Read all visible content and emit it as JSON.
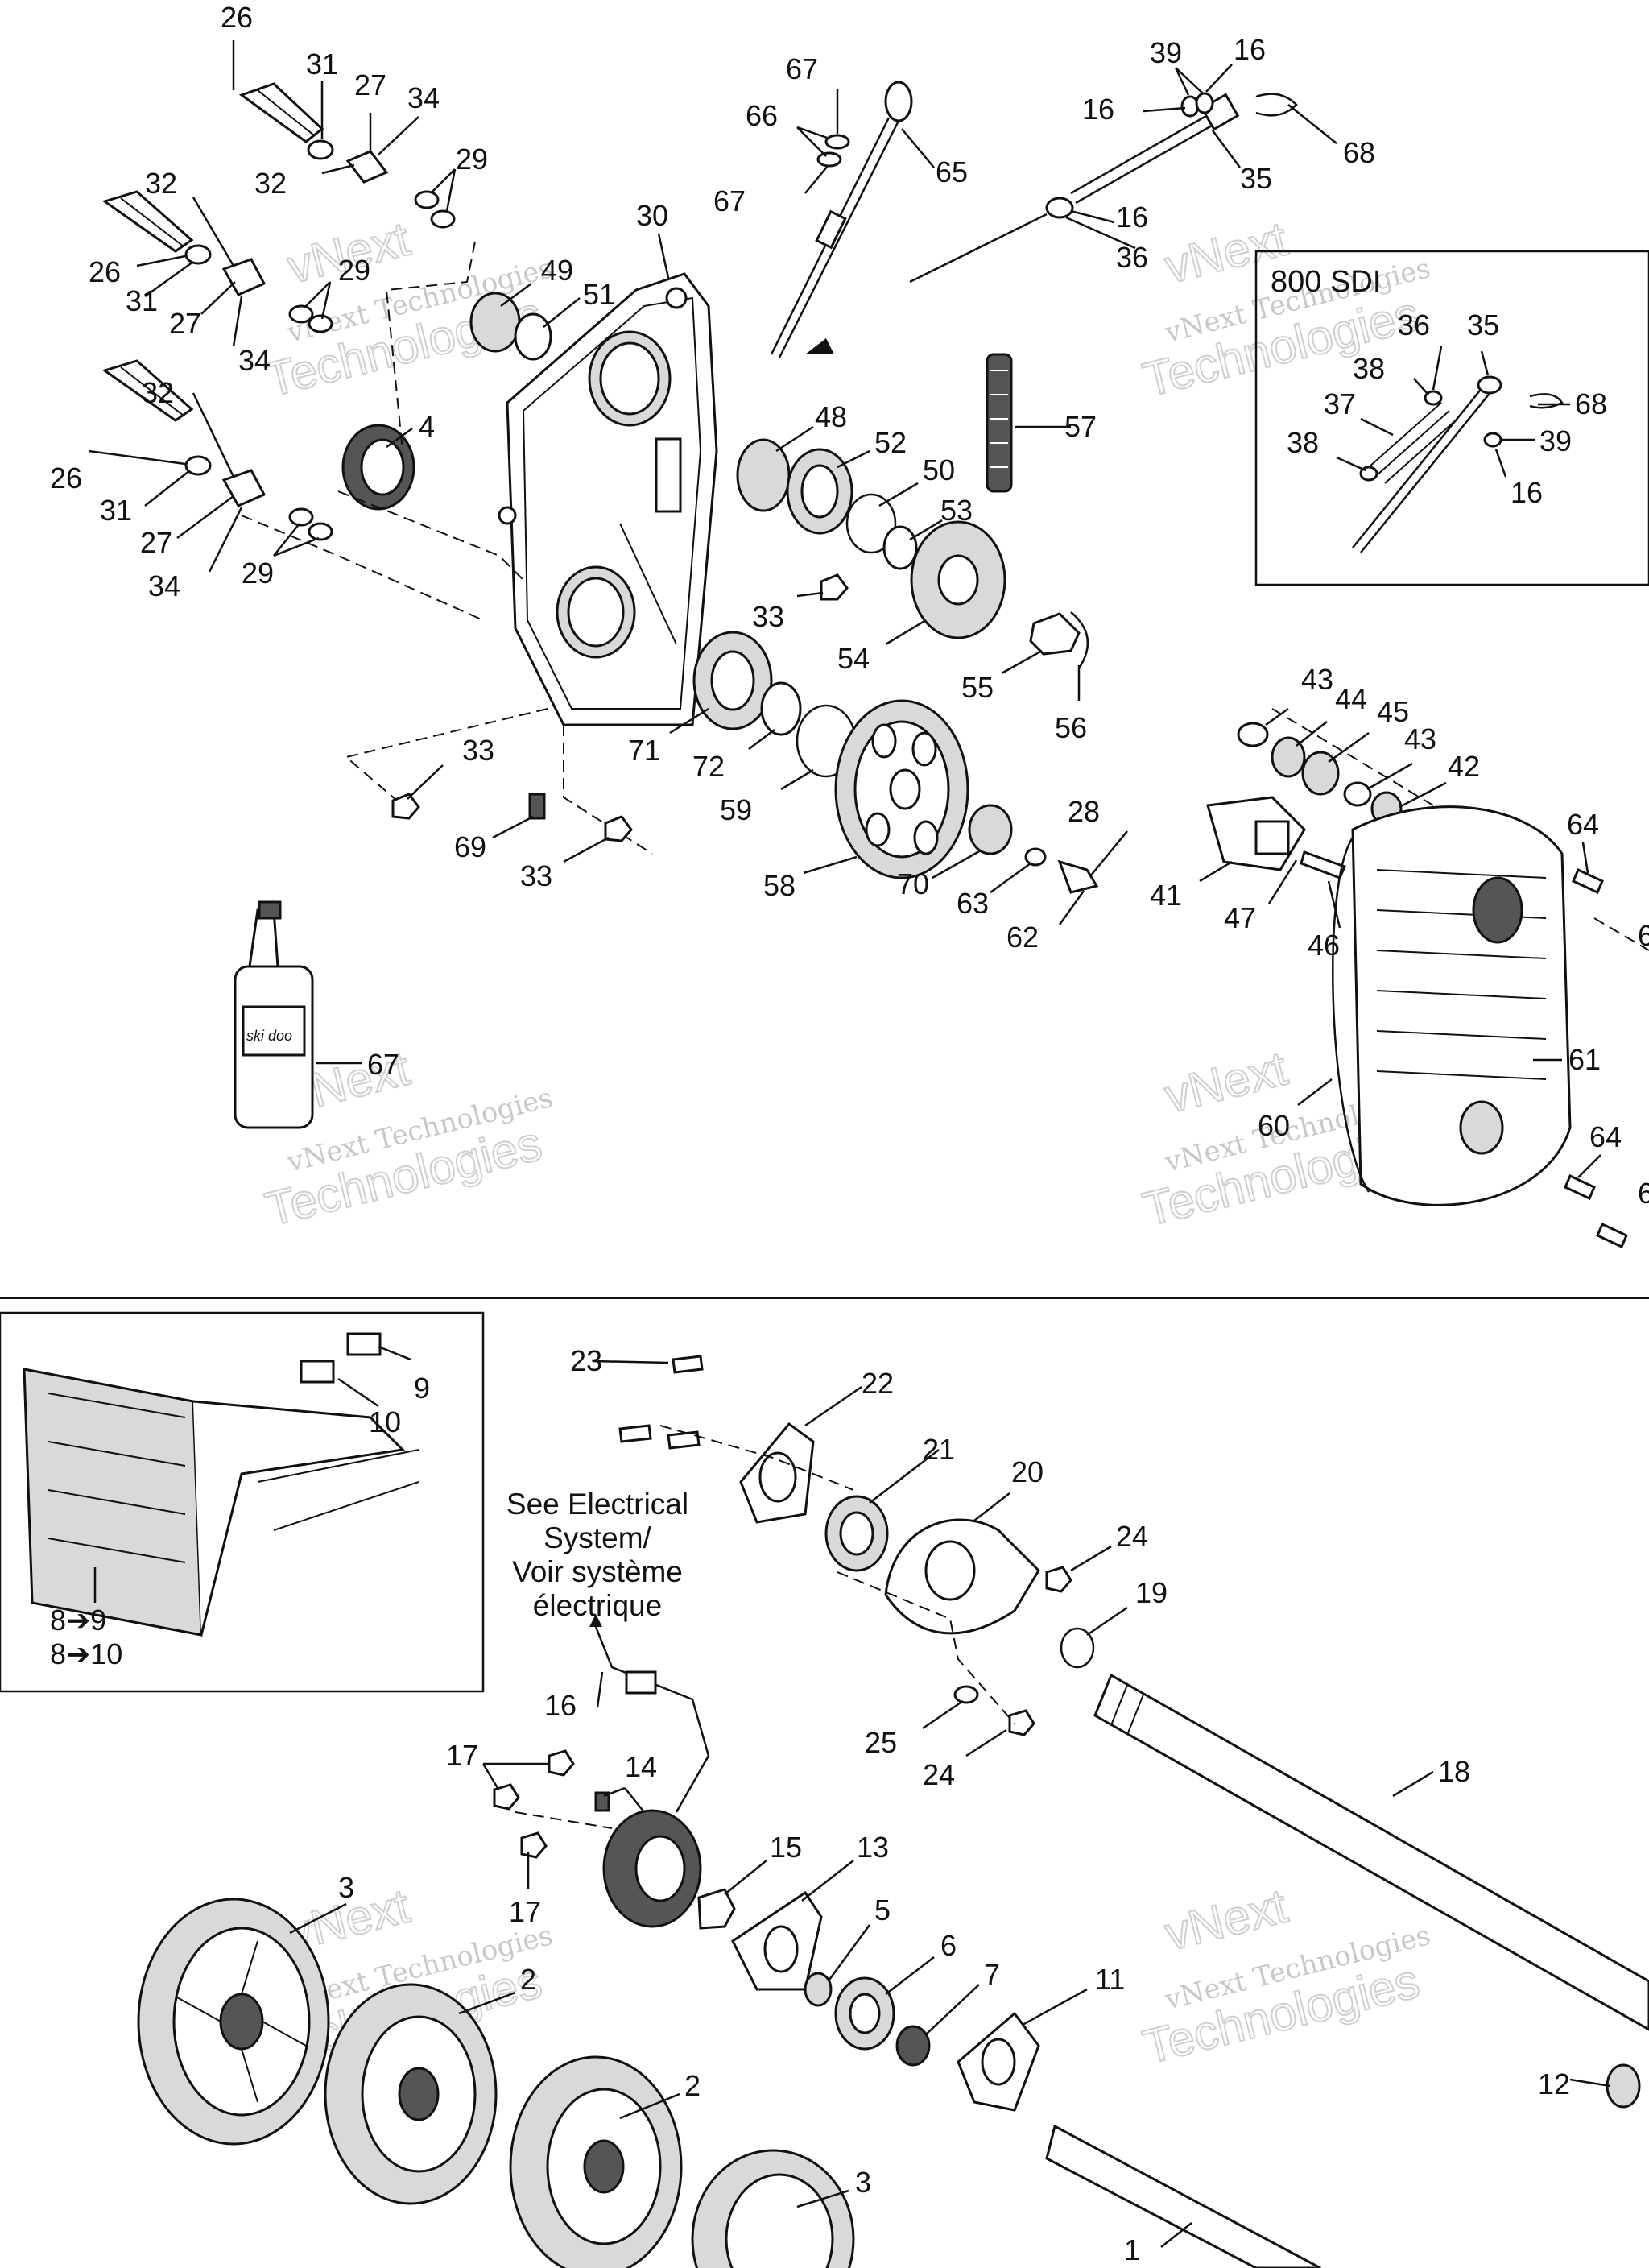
{
  "labels": {
    "l26a": "26",
    "l31a": "31",
    "l27a": "27",
    "l34a": "34",
    "l32a": "32",
    "l29a": "29",
    "l32b": "32",
    "l26b": "26",
    "l31b": "31",
    "l27b": "27",
    "l29b": "29",
    "l34b": "34",
    "l32c": "32",
    "l4": "4",
    "l26c": "26",
    "l31c": "31",
    "l27c": "27",
    "l34c": "34",
    "l29c": "29",
    "l30": "30",
    "l49": "49",
    "l51": "51",
    "l67a": "67",
    "l66": "66",
    "l67b": "67",
    "l65": "65",
    "l39a": "39",
    "l16a": "16",
    "l16b": "16",
    "l35a": "35",
    "l68a": "68",
    "l16c": "16",
    "l36a": "36",
    "l48": "48",
    "l52": "52",
    "l50": "50",
    "l53": "53",
    "l57": "57",
    "l33a": "33",
    "l54": "54",
    "l55": "55",
    "l56": "56",
    "l71": "71",
    "l72": "72",
    "l59": "59",
    "l33b": "33",
    "l69": "69",
    "l33c": "33",
    "l58": "58",
    "l70": "70",
    "l63": "63",
    "l28": "28",
    "l62": "62",
    "l67c": "67",
    "l36b": "36",
    "l35b": "35",
    "l38a": "38",
    "l37": "37",
    "l68b": "68",
    "l38b": "38",
    "l39b": "39",
    "l16d": "16",
    "l43a": "43",
    "l44": "44",
    "l45": "45",
    "l43b": "43",
    "l42": "42",
    "l41": "41",
    "l47": "47",
    "l46": "46",
    "l64a": "64",
    "l6a": "6",
    "l61": "61",
    "l60": "60",
    "l64b": "64",
    "l6b": "6",
    "l23": "23",
    "l22": "22",
    "l21": "21",
    "l20": "20",
    "l24a": "24",
    "l19": "19",
    "l25": "25",
    "l24b": "24",
    "l18": "18",
    "l9": "9",
    "l10": "10",
    "l89": "8➔9",
    "l810": "8➔10",
    "l16e": "16",
    "l17a": "17",
    "l14": "14",
    "l17b": "17",
    "l15": "15",
    "l13": "13",
    "l5": "5",
    "l6c": "6",
    "l7": "7",
    "l11": "11",
    "l12": "12",
    "l3a": "3",
    "l2a": "2",
    "l2b": "2",
    "l3b": "3",
    "l1": "1"
  },
  "box_title": "800 SDI",
  "electrical_note": [
    "See Electrical",
    "System/",
    "Voir système",
    "électrique"
  ],
  "bottle_brand": "ski doo",
  "watermark": {
    "line1": "vNext",
    "line2": "vNext Technologies",
    "line3": "Technologies"
  },
  "colors": {
    "ink": "#111111",
    "watermark": "#c8c8c8",
    "paper": "#ffffff"
  }
}
